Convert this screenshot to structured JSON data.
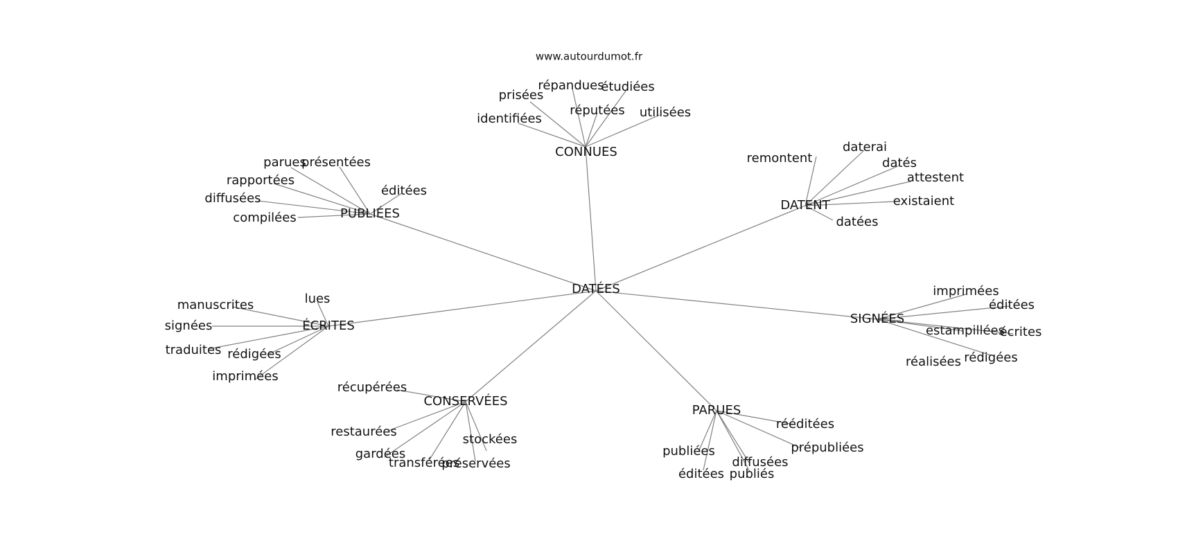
{
  "watermark": "www.autourdumot.fr",
  "center": "DATÉES",
  "hubs": [
    {
      "label": "CONNUES",
      "leaves": [
        "prisées",
        "répandues",
        "étudiées",
        "identifiées",
        "réputées",
        "utilisées"
      ]
    },
    {
      "label": "DATENT",
      "leaves": [
        "remontent",
        "daterai",
        "datés",
        "attestent",
        "existaient",
        "datées"
      ]
    },
    {
      "label": "PUBLIÉES",
      "leaves": [
        "parues",
        "présentées",
        "rapportées",
        "éditées",
        "diffusées",
        "compilées"
      ]
    },
    {
      "label": "ÉCRITES",
      "leaves": [
        "lues",
        "manuscrites",
        "signées",
        "traduites",
        "rédigées",
        "imprimées"
      ]
    },
    {
      "label": "SIGNÉES",
      "leaves": [
        "imprimées",
        "éditées",
        "estampillées",
        "écrites",
        "rédigées",
        "réalisées"
      ]
    },
    {
      "label": "CONSERVÉES",
      "leaves": [
        "récupérées",
        "restaurées",
        "stockées",
        "gardées",
        "transférées",
        "préservées"
      ]
    },
    {
      "label": "PARUES",
      "leaves": [
        "rééditées",
        "publiées",
        "prépubliées",
        "diffusées",
        "éditées",
        "publiés"
      ]
    }
  ]
}
